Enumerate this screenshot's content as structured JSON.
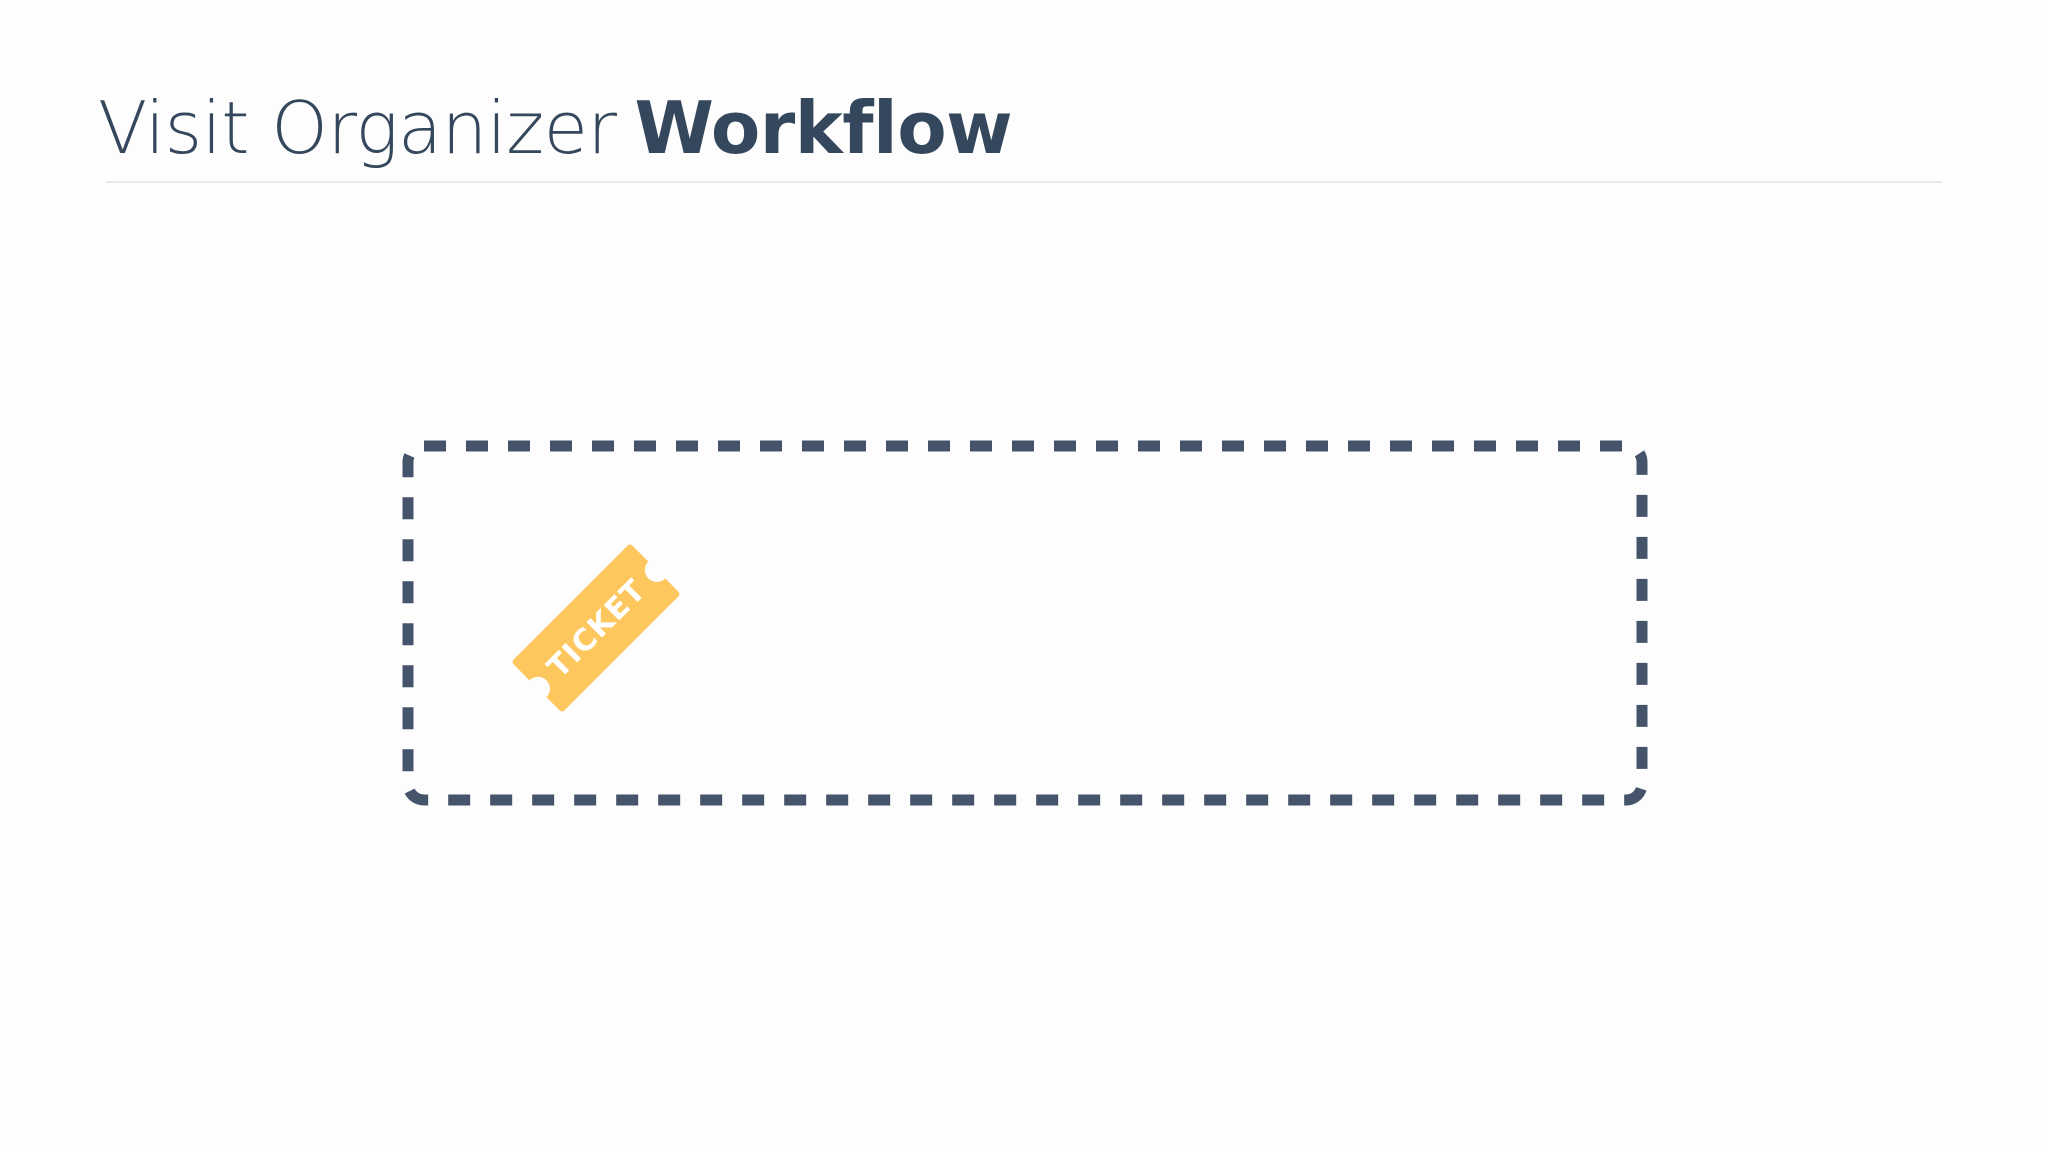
{
  "header": {
    "title_light": "Visit Organizer",
    "title_bold": "Workflow"
  },
  "diagram": {
    "frame": {
      "style": "dashed",
      "color": "#45546a"
    },
    "ticket": {
      "icon": "ticket-icon",
      "label": "TICKET",
      "color": "#fdc75e",
      "text_color": "#ffffff"
    }
  }
}
